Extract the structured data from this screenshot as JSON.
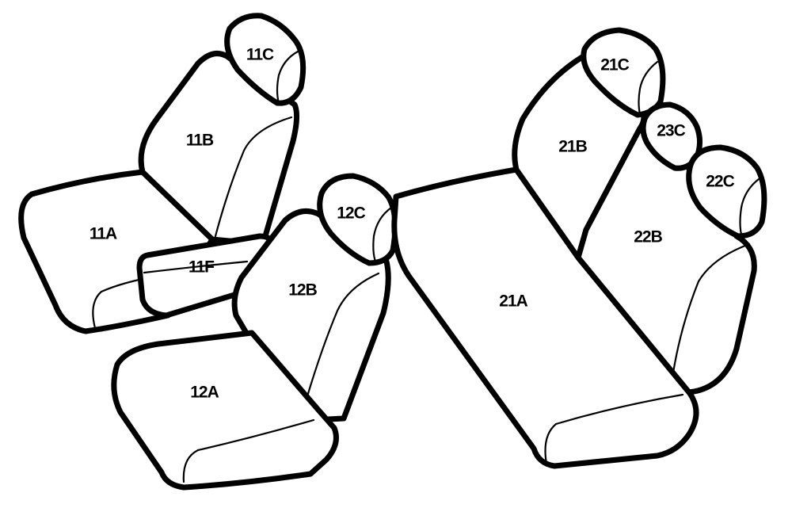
{
  "labels": {
    "p11A": "11A",
    "p11B": "11B",
    "p11C": "11C",
    "p11F": "11F",
    "p12A": "12A",
    "p12B": "12B",
    "p12C": "12C",
    "p21A": "21A",
    "p21B": "21B",
    "p21C": "21C",
    "p22B": "22B",
    "p22C": "22C",
    "p23C": "23C"
  }
}
